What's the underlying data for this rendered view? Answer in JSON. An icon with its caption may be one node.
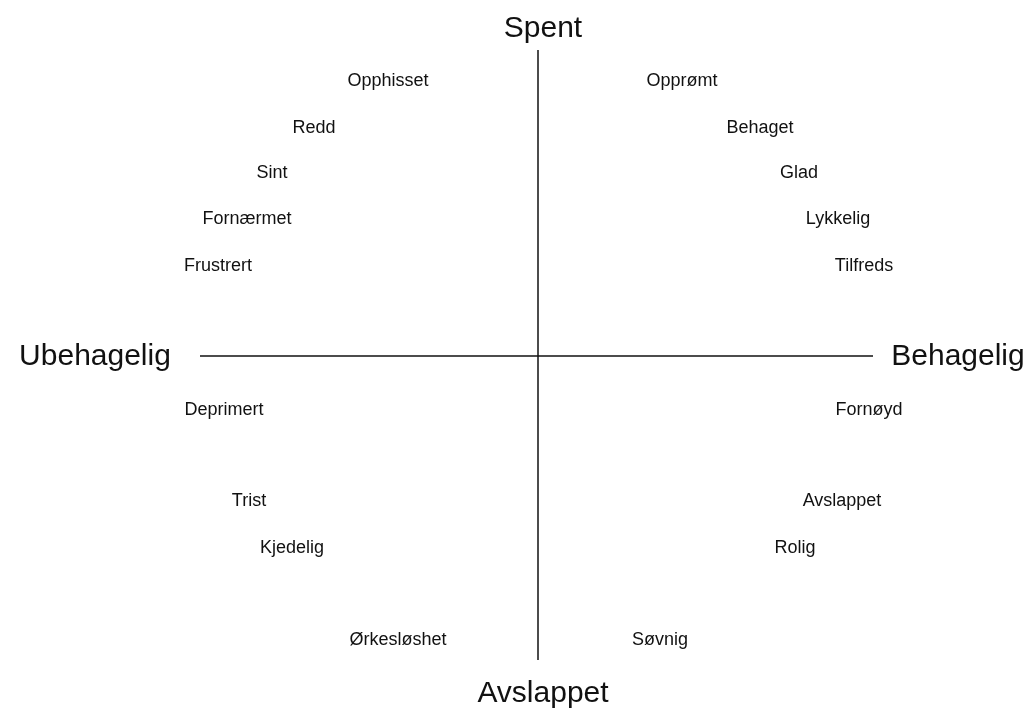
{
  "diagram": {
    "labels": [
      "Spent",
      "Opphisset",
      "Opprømt",
      "Redd",
      "Behaget",
      "Sint",
      "Glad",
      "Fornærmet",
      "Lykkelig",
      "Frustrert",
      "Tilfreds",
      "Ubehagelig",
      "Behagelig",
      "Deprimert",
      "Fornøyd",
      "Trist",
      "Avslappet",
      "Kjedelig",
      "Rolig",
      "Ørkesløshet",
      "Søvnig",
      "Avslappet"
    ]
  }
}
